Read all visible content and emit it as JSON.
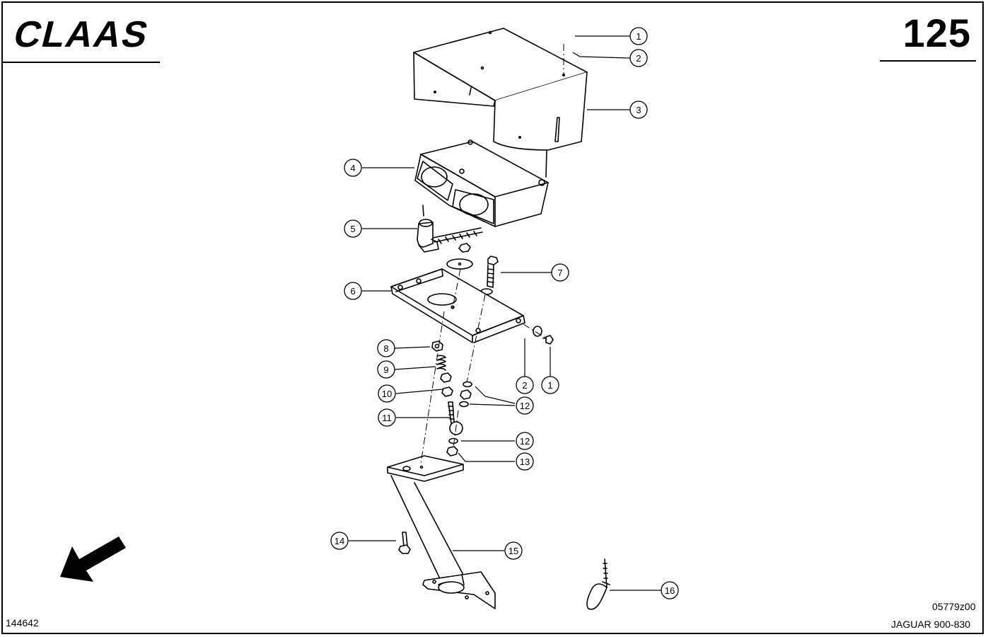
{
  "header": {
    "brand": "CLAAS",
    "page_number": "125"
  },
  "footer": {
    "left_code": "144642",
    "drawing_code": "05779z00",
    "model": "JAGUAR 900-830"
  },
  "callouts": [
    {
      "id": "c1",
      "label": "1"
    },
    {
      "id": "c2",
      "label": "2"
    },
    {
      "id": "c3",
      "label": "3"
    },
    {
      "id": "c4",
      "label": "4"
    },
    {
      "id": "c5",
      "label": "5"
    },
    {
      "id": "c6",
      "label": "6"
    },
    {
      "id": "c7",
      "label": "7"
    },
    {
      "id": "c8",
      "label": "8"
    },
    {
      "id": "c9",
      "label": "9"
    },
    {
      "id": "c10",
      "label": "10"
    },
    {
      "id": "c11",
      "label": "11"
    },
    {
      "id": "c12a",
      "label": "12"
    },
    {
      "id": "c12b",
      "label": "12"
    },
    {
      "id": "c13",
      "label": "13"
    },
    {
      "id": "c14",
      "label": "14"
    },
    {
      "id": "c15",
      "label": "15"
    },
    {
      "id": "c16",
      "label": "16"
    },
    {
      "id": "c1b",
      "label": "1"
    },
    {
      "id": "c2b",
      "label": "2"
    }
  ],
  "direction_arrow": "arrow-down-left-icon"
}
